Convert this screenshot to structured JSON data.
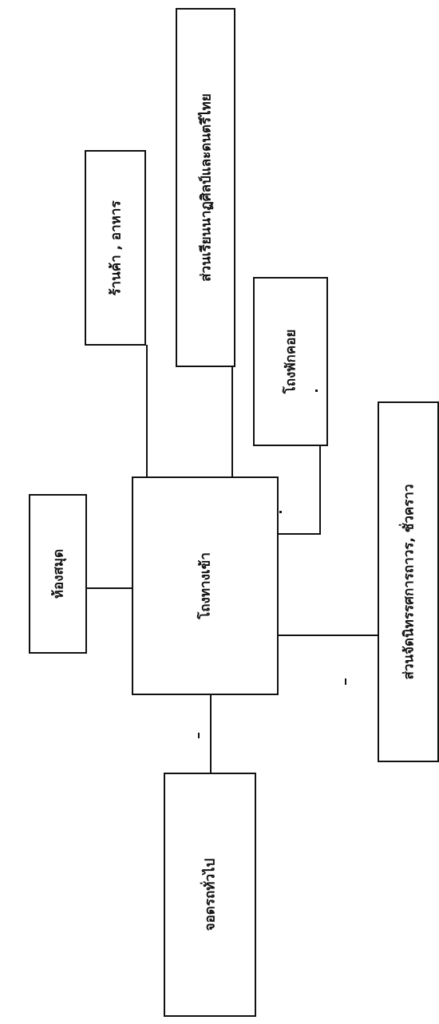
{
  "diagram": {
    "nodes": {
      "library": "ห้องสมุด",
      "entrance_hall": "โถงทางเข้า",
      "shop_food": "ร้านค้า ,   อาหาร",
      "thai_arts_school": "ส่วนเรียนนาฏศิลป์และดนตรีไทย",
      "waiting_hall": "โถงพักคอย",
      "management": "ส่วนจัดนิทรรศการถาวร, ชั่วคราว",
      "parking": "จอดรถทั่วไป"
    }
  }
}
